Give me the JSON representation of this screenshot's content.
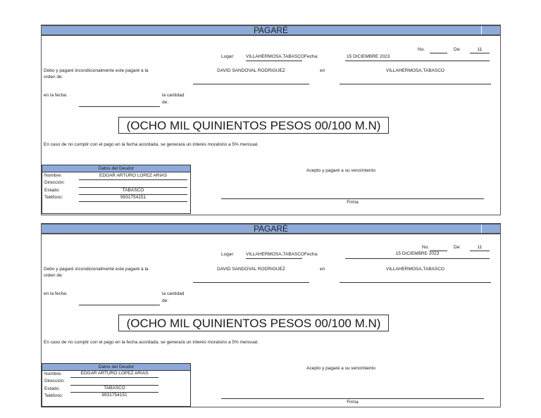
{
  "pagares": [
    {
      "title": "PAGARÉ",
      "no_label": "No.",
      "no_value": "",
      "de_label": "De:",
      "de_value": "11",
      "lugar_label": "Lugar:",
      "lugar_value": "VILLAHERMOSA,TABASCO",
      "fecha_label": "Fecha:",
      "fecha_value": "15 DICIEMBRE 2023",
      "debo_text_1": "Debo y pagaré incondicionalmente este pagaré a la",
      "debo_text_2": "orden de:",
      "beneficiario": "DAVID SANDOVAL RODRIGUEZ",
      "en_label": "en",
      "lugar_pago": "VILLAHERMOSA,TABASCO",
      "en_la_fecha_label": "en la fecha:",
      "en_la_fecha_value": "",
      "cantidad_label_1": "la cantidad",
      "cantidad_label_2": "de:",
      "cantidad_letra": "(OCHO MIL QUINIENTOS PESOS 00/100 M.N)",
      "interes_text": "En caso de no cumplir con el pago en la fecha acordada, se generará un interés moratorio a 5% mensual.",
      "deudor": {
        "header": "Datos del Deudor",
        "nombre_label": "Nombre:",
        "nombre_value": "EDGAR ARTURO LOPEZ ARIAS",
        "direccion_label": "Dirección:",
        "direccion_value": "",
        "estado_label": "Estado:",
        "estado_value": "TABASCO",
        "telefono_label": "Teléfono:",
        "telefono_value": "9931754151"
      },
      "acepto_text": "Acepto y pagaré a su vencimiento",
      "firma_label": "Firma"
    },
    {
      "title": "PAGARÉ",
      "no_label": "No.",
      "no_value": "",
      "de_label": "De:",
      "de_value": "11",
      "lugar_label": "Lugar:",
      "lugar_value": "VILLAHERMOSA,TABASCO",
      "fecha_label": "Fecha:",
      "fecha_value": "15 DICIEMBRE 2023",
      "debo_text_1": "Debo y pagaré incondicionalmente este pagaré a la",
      "debo_text_2": "orden de:",
      "beneficiario": "DAVID SANDOVAL RODRIGUEZ",
      "en_label": "en",
      "lugar_pago": "VILLAHERMOSA,TABASCO",
      "en_la_fecha_label": "en la fecha:",
      "en_la_fecha_value": "",
      "cantidad_label_1": "la cantidad",
      "cantidad_label_2": "de:",
      "cantidad_letra": "(OCHO MIL QUINIENTOS PESOS 00/100 M.N)",
      "interes_text": "En caso de no cumplir con el pago en la fecha acordada, se generará un interés moratorio a 5% mensual.",
      "deudor": {
        "header": "Datos del Deudor",
        "nombre_label": "Nombre:",
        "nombre_value": "EDGAR ARTURO LOPEZ ARIAS",
        "direccion_label": "Dirección:",
        "direccion_value": "",
        "estado_label": "Estado:",
        "estado_value": "TABASCO",
        "telefono_label": "Teléfono:",
        "telefono_value": "9931754151"
      },
      "acepto_text": "Acepto y pagaré a su vencimiento",
      "firma_label": "Firma"
    }
  ],
  "colors": {
    "header_fill": "#8eaadb",
    "border": "#505050"
  }
}
